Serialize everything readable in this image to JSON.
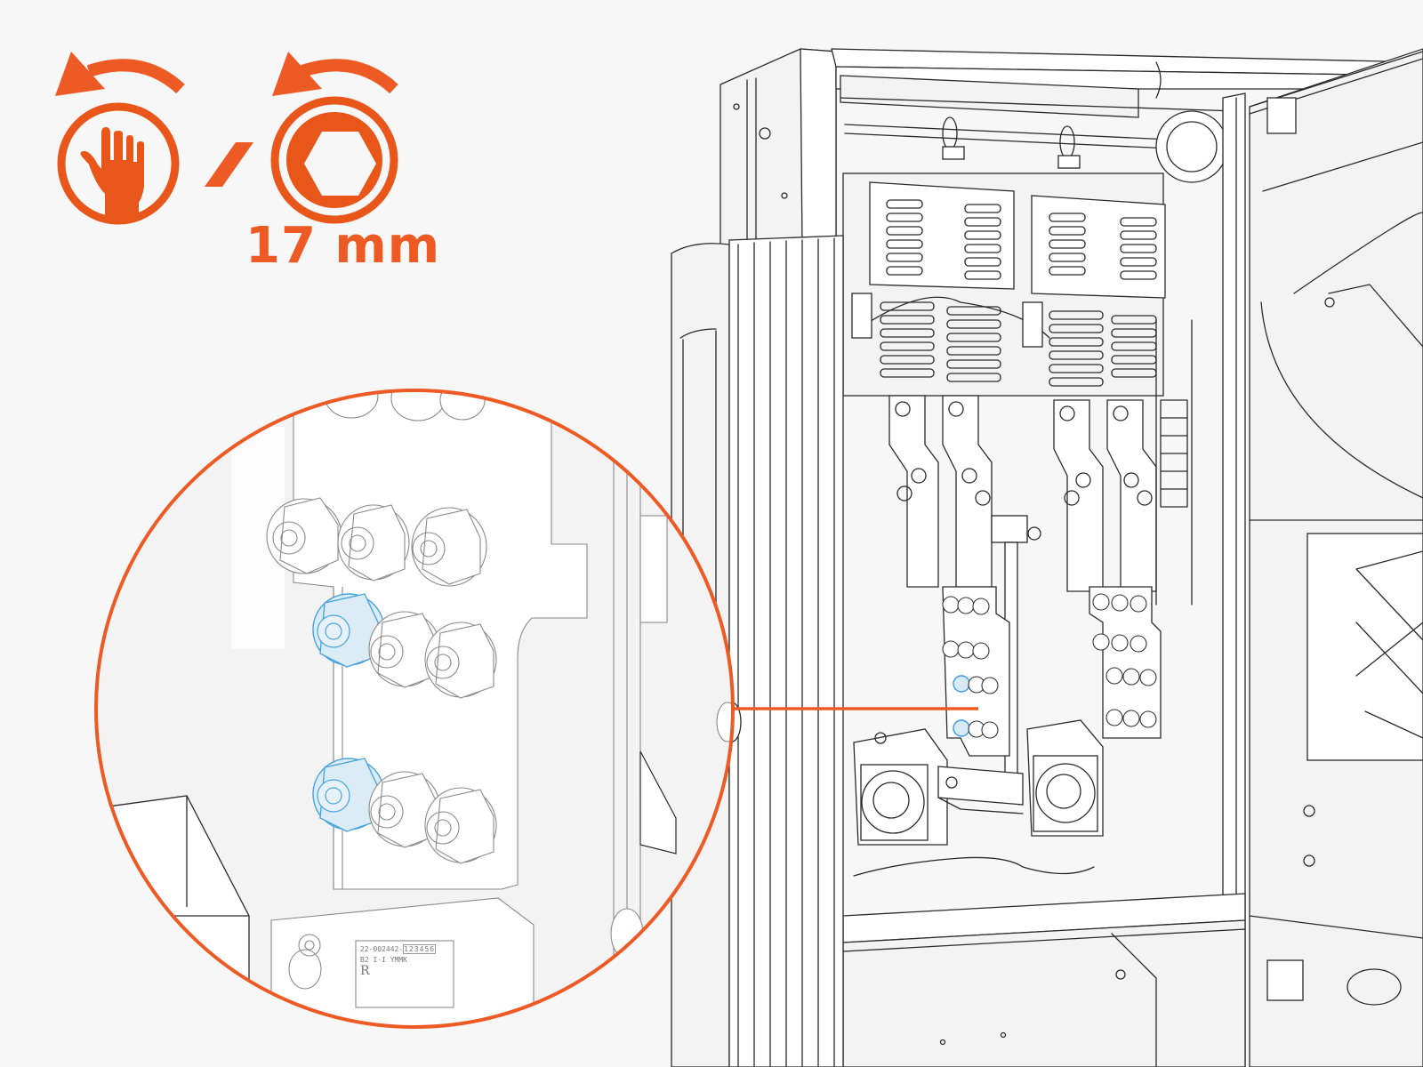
{
  "instruction": {
    "rotation_direction": "counter-clockwise",
    "tool_options": [
      "by hand",
      "wrench"
    ],
    "separator": "/",
    "tool_size_label": "17 mm",
    "icons": {
      "hand_turn": "hand-counterclockwise-icon",
      "socket_turn": "hex-socket-counterclockwise-icon"
    }
  },
  "callout": {
    "highlighted_parts": "2 nuts (blue)",
    "label_plate": {
      "line1": "22-002442-",
      "line1_boxes": "123456",
      "line2": "B2  I-I  YMMK",
      "line3": "R"
    }
  },
  "colors": {
    "accent_orange": "#ee5a24",
    "highlight_blue": "#4aa3dc",
    "highlight_blue_fill": "#d6e9f5",
    "background": "#f7f7f7",
    "line_art": "#2a2a2a"
  }
}
